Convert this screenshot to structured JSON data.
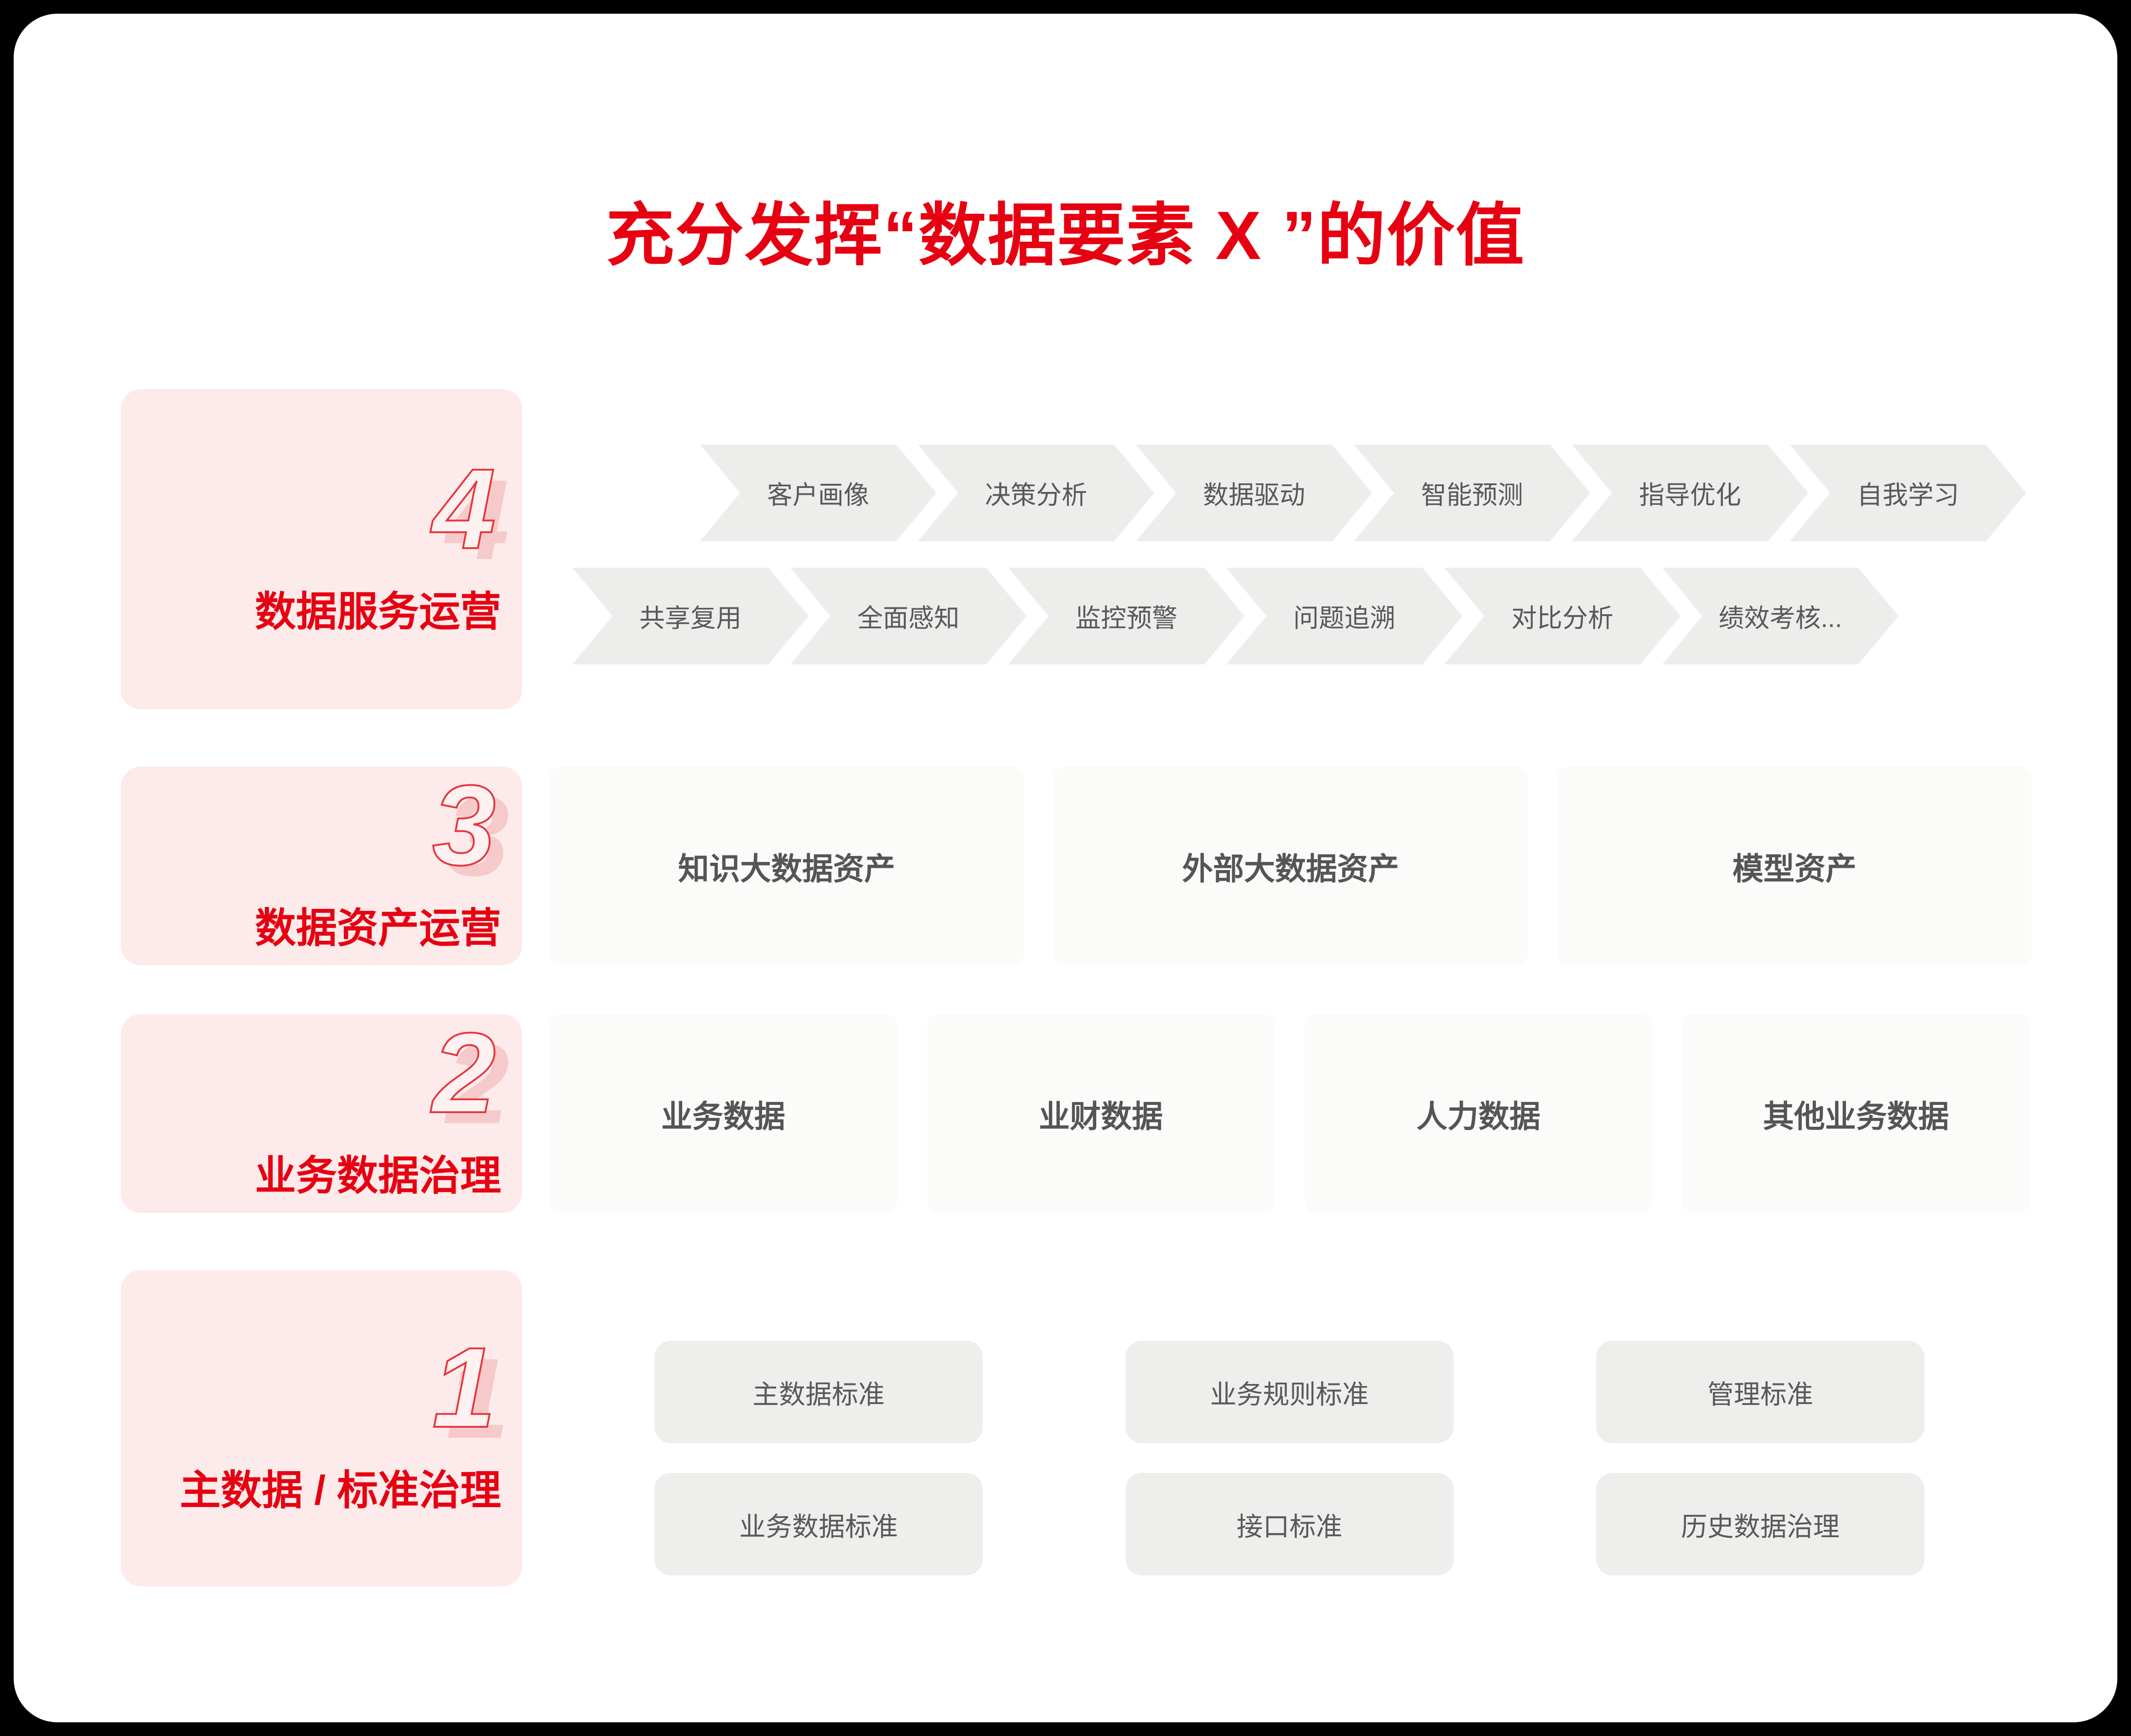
{
  "header": {
    "title": "充分发挥“数据要素 X ”的价值"
  },
  "colors": {
    "background": "#000000",
    "card": "#ffffff",
    "accent_red": "#e60012",
    "pink_panel": "#fcebea",
    "number_shadow_pink": "#f6caca",
    "chevron_gray": "#ededec",
    "box_light": "#fbfbfa",
    "box_gray": "#eeeeed",
    "text_gray": "#5a5858"
  },
  "levels": [
    {
      "num": "4",
      "label": "数据服务运营",
      "flows": [
        [
          "客户画像",
          "决策分析",
          "数据驱动",
          "智能预测",
          "指导优化",
          "自我学习"
        ],
        [
          "共享复用",
          "全面感知",
          "监控预警",
          "问题追溯",
          "对比分析",
          "绩效考核..."
        ]
      ]
    },
    {
      "num": "3",
      "label": "数据资产运营",
      "items": [
        "知识大数据资产",
        "外部大数据资产",
        "模型资产"
      ]
    },
    {
      "num": "2",
      "label": "业务数据治理",
      "items": [
        "业务数据",
        "业财数据",
        "人力数据",
        "其他业务数据"
      ]
    },
    {
      "num": "1",
      "label": "主数据 / 标准治理",
      "rows": [
        [
          "主数据标准",
          "业务规则标准",
          "管理标准"
        ],
        [
          "业务数据标准",
          "接口标准",
          "历史数据治理"
        ]
      ]
    }
  ]
}
